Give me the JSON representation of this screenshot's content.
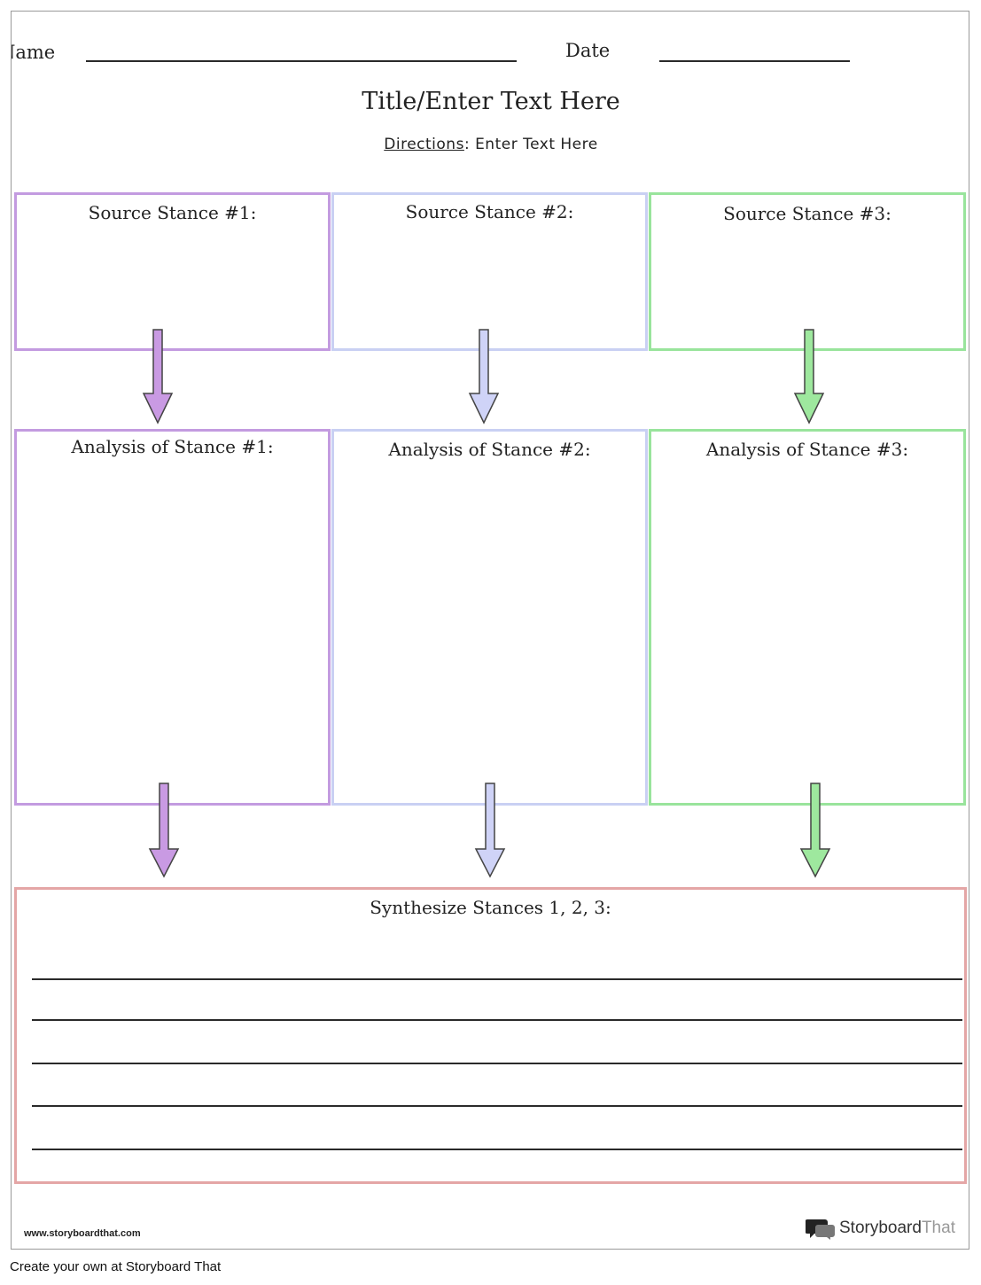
{
  "header": {
    "name_label": "Name",
    "date_label": "Date",
    "title": "Title/Enter Text Here",
    "directions_label": "Directions",
    "directions_text": ": Enter Text Here"
  },
  "source_boxes": [
    {
      "label": "Source Stance #1:",
      "color": "#c39be0"
    },
    {
      "label": "Source Stance #2:",
      "color": "#c9d0f3"
    },
    {
      "label": "Source Stance #3:",
      "color": "#99e49c"
    }
  ],
  "analysis_boxes": [
    {
      "label": "Analysis of Stance #1:",
      "color": "#c39be0"
    },
    {
      "label": "Analysis of Stance #2:",
      "color": "#c9d0f3"
    },
    {
      "label": "Analysis of Stance #3:",
      "color": "#99e49c"
    }
  ],
  "synthesis": {
    "label": "Synthesize Stances 1, 2, 3:",
    "color": "#e4a6a6",
    "writing_lines": 5
  },
  "footer": {
    "url": "www.storyboardthat.com",
    "brand_part1": "Storyboard",
    "brand_part2": "That",
    "create_text": "Create your own at Storyboard That"
  },
  "arrow_colors": {
    "purple": "#c99ae3",
    "blue": "#cfd3f7",
    "green": "#9ee89e"
  }
}
